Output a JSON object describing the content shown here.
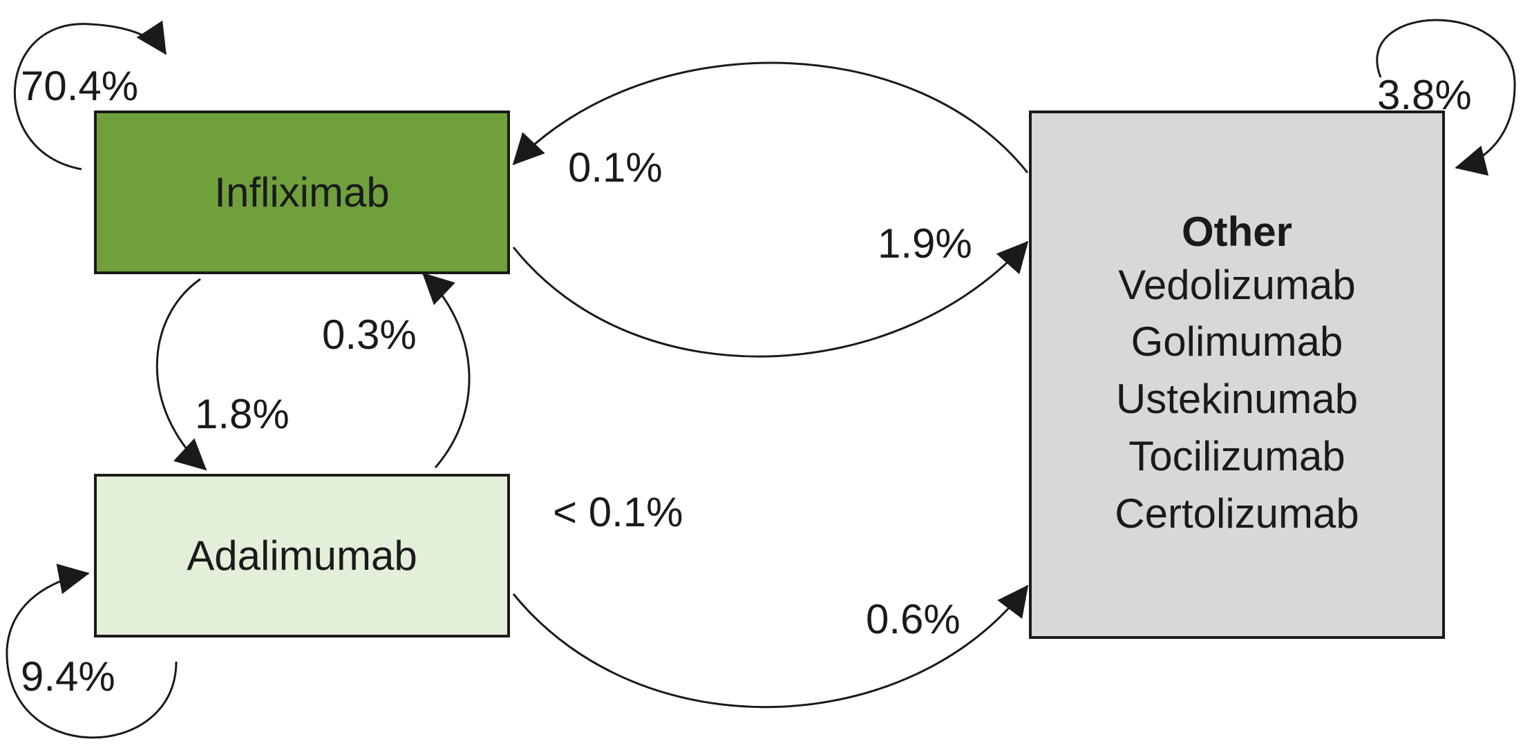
{
  "colors": {
    "infliximab_fill": "#70a03c",
    "adalimumab_fill": "#e4efda",
    "other_fill": "#d8d8d8",
    "line": "#1a1a1a"
  },
  "nodes": {
    "infliximab": {
      "label": "Infliximab"
    },
    "adalimumab": {
      "label": "Adalimumab"
    },
    "other": {
      "title": "Other",
      "items": [
        "Vedolizumab",
        "Golimumab",
        "Ustekinumab",
        "Tocilizumab",
        "Certolizumab"
      ]
    }
  },
  "transitions": {
    "infliximab_self": "70.4%",
    "adalimumab_self": "9.4%",
    "other_self": "3.8%",
    "other_to_infliximab": "0.1%",
    "infliximab_to_other": "1.9%",
    "adalimumab_to_infliximab": "0.3%",
    "infliximab_to_adalimumab": "1.8%",
    "other_to_adalimumab": "< 0.1%",
    "adalimumab_to_other": "0.6%"
  }
}
